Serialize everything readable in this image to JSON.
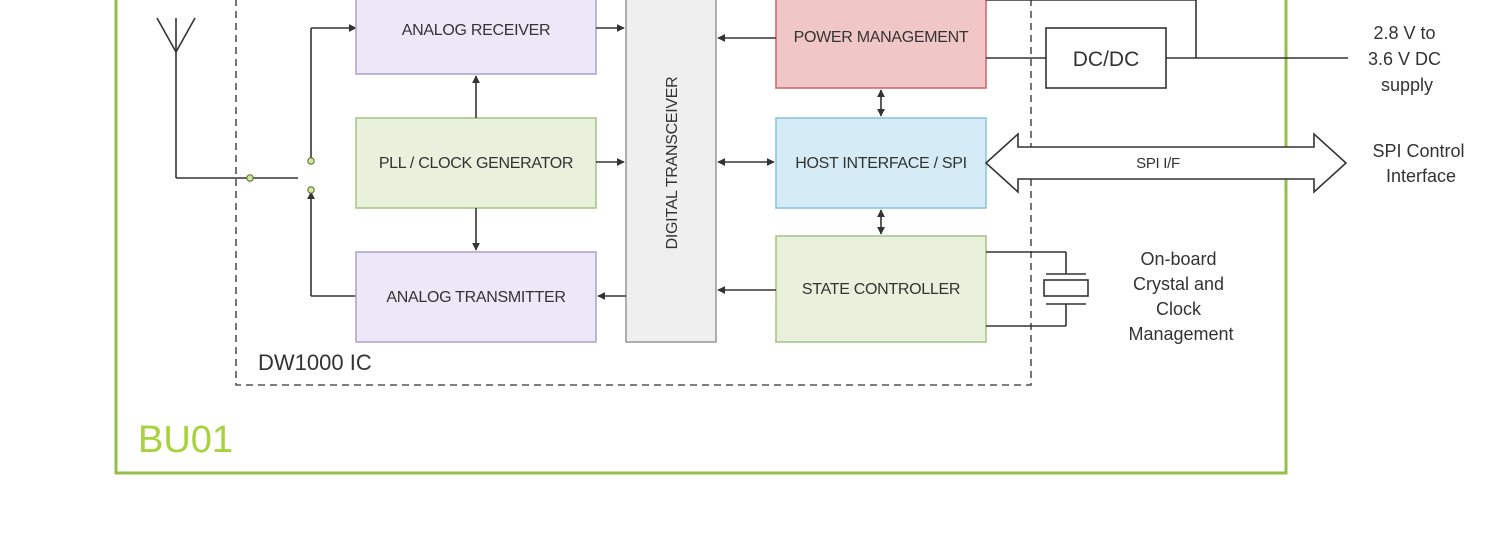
{
  "colors": {
    "module_border": "#92c04a",
    "module_label": "#a6d23a",
    "receiver_fill": "#ece8f7",
    "receiver_border": "#b1a6d3",
    "pll_fill": "#e9f1dc",
    "pll_border": "#a9c68a",
    "power_fill": "#f1c6c6",
    "power_border": "#cd6c6c",
    "host_fill": "#d5ecf6",
    "host_border": "#8cc4de",
    "state_fill": "#e9f1dc",
    "state_border": "#a9c68a",
    "transceiver_fill": "#efefef",
    "transceiver_border": "#9c9c9c",
    "line": "#333333"
  },
  "blocks": {
    "analog_receiver": "ANALOG RECEIVER",
    "pll_clock": "PLL / CLOCK GENERATOR",
    "analog_transmitter": "ANALOG TRANSMITTER",
    "digital_transceiver": "DIGITAL TRANSCEIVER",
    "power_management": "POWER MANAGEMENT",
    "host_interface": "HOST INTERFACE / SPI",
    "state_controller": "STATE CONTROLLER",
    "dcdc": "DC/DC"
  },
  "labels": {
    "ic_name": "DW1000 IC",
    "module_name": "BU01",
    "spi_bus": "SPI I/F",
    "supply": [
      "2.8 V to",
      "3.6 V DC",
      "supply"
    ],
    "spi_control": [
      "SPI Control",
      "Interface"
    ],
    "crystal": [
      "On-board",
      "Crystal and",
      "Clock",
      "Management"
    ]
  }
}
